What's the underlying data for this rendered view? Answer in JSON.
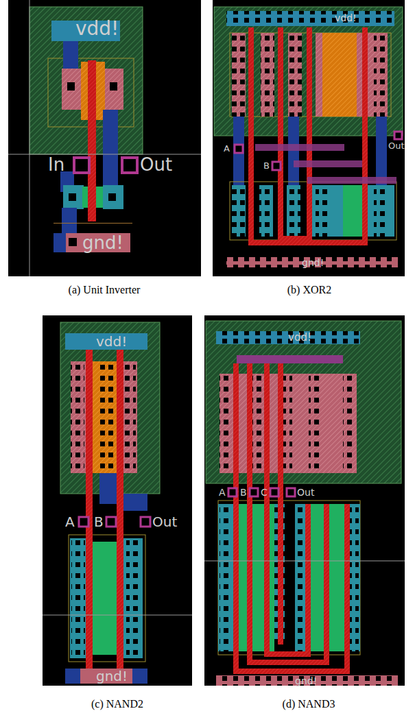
{
  "diagram": {
    "labels": [
      "vdd!",
      "In",
      "Out",
      "gnd!",
      "vdd!",
      "A",
      "Out",
      "B",
      "gnd!",
      "vdd!",
      "A",
      "B",
      "Out",
      "gnd!",
      "vdd!",
      "A",
      "B",
      "C",
      "Out",
      "gnd!",
      "(a) Unit Inverter",
      "(b) XOR2",
      "(c) NAND2",
      "(d) NAND3"
    ]
  }
}
